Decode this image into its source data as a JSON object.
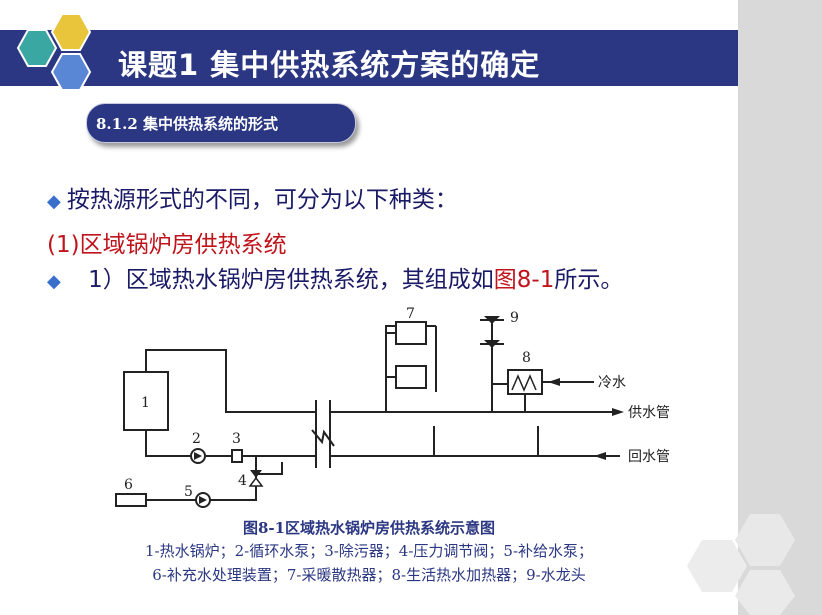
{
  "slide": {
    "title": "课题1   集中供热系统方案的确定",
    "subtitle": "8.1.2  集中供热系统的形式",
    "line1": "按热源形式的不同，可分为以下种类：",
    "line2": "(1)区域锅炉房供热系统",
    "line3_prefix": "1）区域热水锅炉房供热系统，其组成如",
    "line3_ref": "图8-1",
    "line3_suffix": "所示。"
  },
  "figure": {
    "labels": {
      "n1": "1",
      "n2": "2",
      "n3": "3",
      "n4": "4",
      "n5": "5",
      "n6": "6",
      "n7": "7",
      "n8": "8",
      "n9": "9",
      "cold_water": "冷水",
      "supply_pipe": "供水管",
      "return_pipe": "回水管"
    },
    "caption_title": "图8-1区域热水锅炉房供热系统示意图",
    "legend_line1": "1-热水锅炉；2-循环水泵；3-除污器；4-压力调节阀；5-补给水泵；",
    "legend_line2": "6-补充水处理装置；7-采暖散热器；8-生活热水加热器；9-水龙头"
  },
  "colors": {
    "title_bar": "#2b3782",
    "red_text": "#c0141c",
    "body_text": "#1a1a66",
    "hex_yellow": "#e8c53a",
    "hex_teal": "#3aa7a3",
    "hex_blue": "#5a86d6"
  }
}
